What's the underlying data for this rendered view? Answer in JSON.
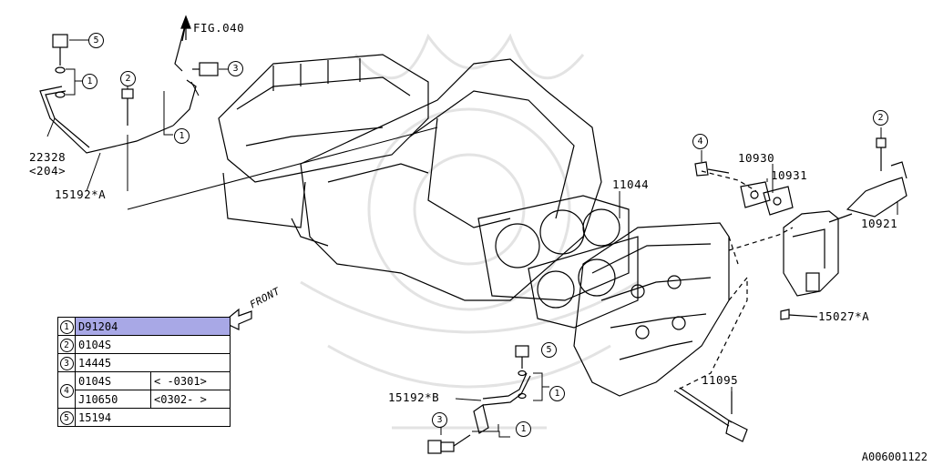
{
  "figure_ref": "FIG.040",
  "front_label": "FRONT",
  "parts": {
    "p22328": "22328",
    "p22328_sub": "<204>",
    "p15192a": "15192*A",
    "p15192b": "15192*B",
    "p11044": "11044",
    "p10930": "10930",
    "p10931": "10931",
    "p10921": "10921",
    "p15027a": "15027*A",
    "p11095": "11095"
  },
  "callouts": {
    "c1": "1",
    "c2": "2",
    "c3": "3",
    "c4": "4",
    "c5": "5"
  },
  "legend": {
    "rows": [
      {
        "num": "1",
        "part": "D91204",
        "range": ""
      },
      {
        "num": "2",
        "part": "0104S",
        "range": ""
      },
      {
        "num": "3",
        "part": "14445",
        "range": ""
      },
      {
        "num": "4",
        "part": "0104S",
        "range": "< -0301>"
      },
      {
        "num": "",
        "part": "J10650",
        "range": "<0302- >"
      },
      {
        "num": "5",
        "part": "15194",
        "range": ""
      }
    ]
  },
  "diagram_code": "A006001122",
  "colors": {
    "highlight": "#a8a8e6",
    "line": "#000000",
    "watermark": "#e6e6e6"
  }
}
